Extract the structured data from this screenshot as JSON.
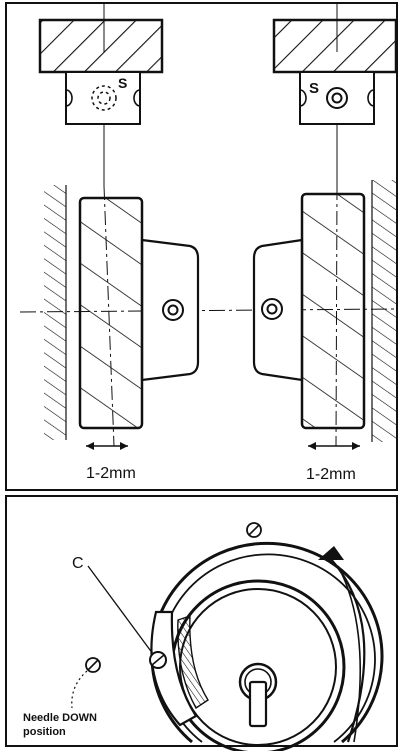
{
  "top_panel": {
    "left_mark": "S",
    "right_mark": "S",
    "left_dimension": "1-2mm",
    "right_dimension": "1-2mm"
  },
  "bottom_panel": {
    "callout_label": "C",
    "needle_caption": [
      "Needle DOWN",
      "position"
    ]
  },
  "colors": {
    "ink": "#111111",
    "paper": "#ffffff"
  }
}
